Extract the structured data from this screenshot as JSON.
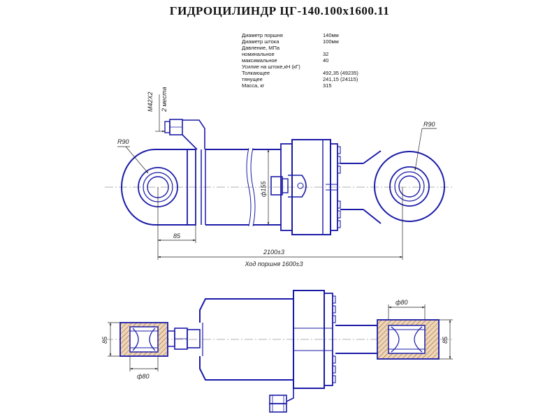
{
  "title": "ГИДРОЦИЛИНДР  ЦГ-140.100х1600.11",
  "specs": [
    {
      "label": "Диаметр поршня",
      "value": "140мм"
    },
    {
      "label": "Диаметр штока",
      "value": "100мм"
    },
    {
      "label": "Давление, МПа",
      "value": ""
    },
    {
      "label": "номинальное",
      "value": "32"
    },
    {
      "label": "максимальное",
      "value": "40"
    },
    {
      "label": "Усилие на штоке,кН (кГ)",
      "value": ""
    },
    {
      "label": "Толкающее",
      "value": "492,35  (49235)"
    },
    {
      "label": "тянущее",
      "value": "241,15  (24115)"
    },
    {
      "label": "Масса, кг",
      "value": "315"
    }
  ],
  "dimensions": {
    "thread": "M42X2",
    "places": "2 места",
    "radius_left": "R90",
    "radius_right": "R90",
    "diameter_body": "ф155",
    "eye_offset": "85",
    "overall_length": "2100±3",
    "stroke": "Ход поршня 1600±3",
    "pin_right": "ф80",
    "pin_left": "ф80",
    "width_left": "85",
    "width_right": "85"
  },
  "colors": {
    "outline": "#1a1aa8",
    "dimension": "#222222"
  }
}
